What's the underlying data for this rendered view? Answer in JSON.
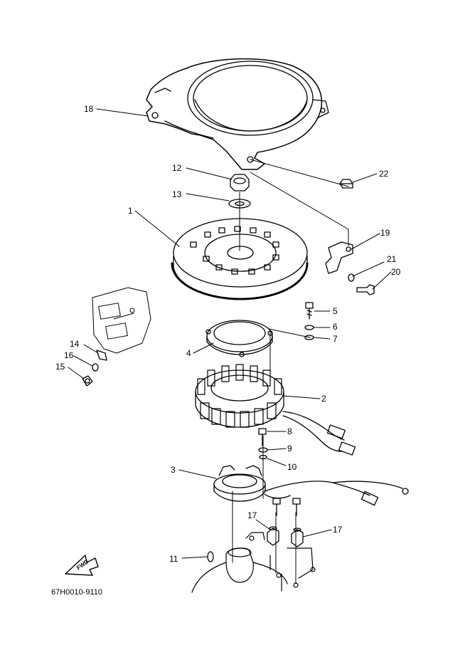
{
  "diagram": {
    "part_number": "67H0010-9110",
    "fwd_label": "FWD",
    "callouts": [
      {
        "id": "1",
        "label": "1"
      },
      {
        "id": "2",
        "label": "2"
      },
      {
        "id": "3",
        "label": "3"
      },
      {
        "id": "4",
        "label": "4"
      },
      {
        "id": "5",
        "label": "5"
      },
      {
        "id": "6",
        "label": "6"
      },
      {
        "id": "7",
        "label": "7"
      },
      {
        "id": "8",
        "label": "8"
      },
      {
        "id": "9",
        "label": "9"
      },
      {
        "id": "10",
        "label": "10"
      },
      {
        "id": "11",
        "label": "11"
      },
      {
        "id": "12",
        "label": "12"
      },
      {
        "id": "13",
        "label": "13"
      },
      {
        "id": "14",
        "label": "14"
      },
      {
        "id": "15",
        "label": "15"
      },
      {
        "id": "16",
        "label": "16"
      },
      {
        "id": "17a",
        "label": "17"
      },
      {
        "id": "17b",
        "label": "17"
      },
      {
        "id": "18",
        "label": "18"
      },
      {
        "id": "19",
        "label": "19"
      },
      {
        "id": "20",
        "label": "20"
      },
      {
        "id": "21",
        "label": "21"
      },
      {
        "id": "22",
        "label": "22"
      }
    ]
  }
}
